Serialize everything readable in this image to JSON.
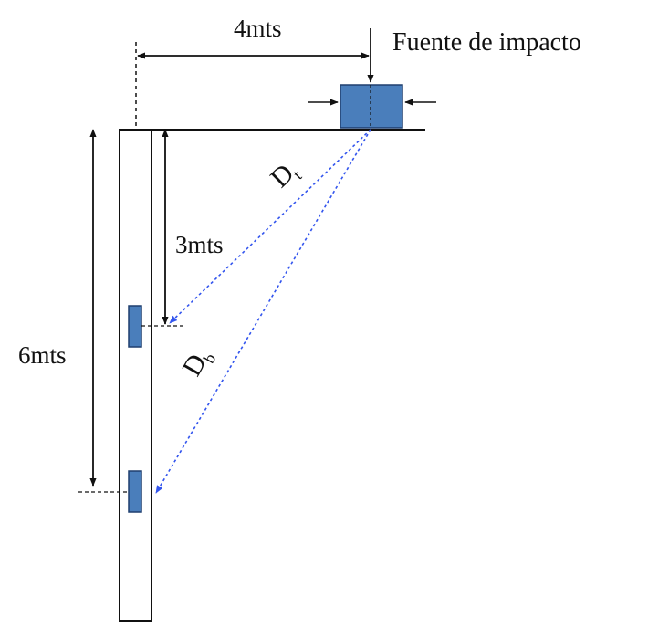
{
  "labels": {
    "horizontal_distance": "4mts",
    "top_depth": "3mts",
    "bottom_depth": "6mts",
    "source": "Fuente de impacto",
    "ray_top": {
      "symbol": "D",
      "subscript": "t"
    },
    "ray_bottom": {
      "symbol": "D",
      "subscript": "b"
    }
  },
  "colors": {
    "line": "#111111",
    "source_fill": "#4a7ebb",
    "source_stroke": "#1f3f6e",
    "sensor_fill": "#4a7ebb",
    "sensor_stroke": "#1f3f6e",
    "ray": "#3355ee"
  },
  "icons": [
    "arrowhead-icon"
  ]
}
